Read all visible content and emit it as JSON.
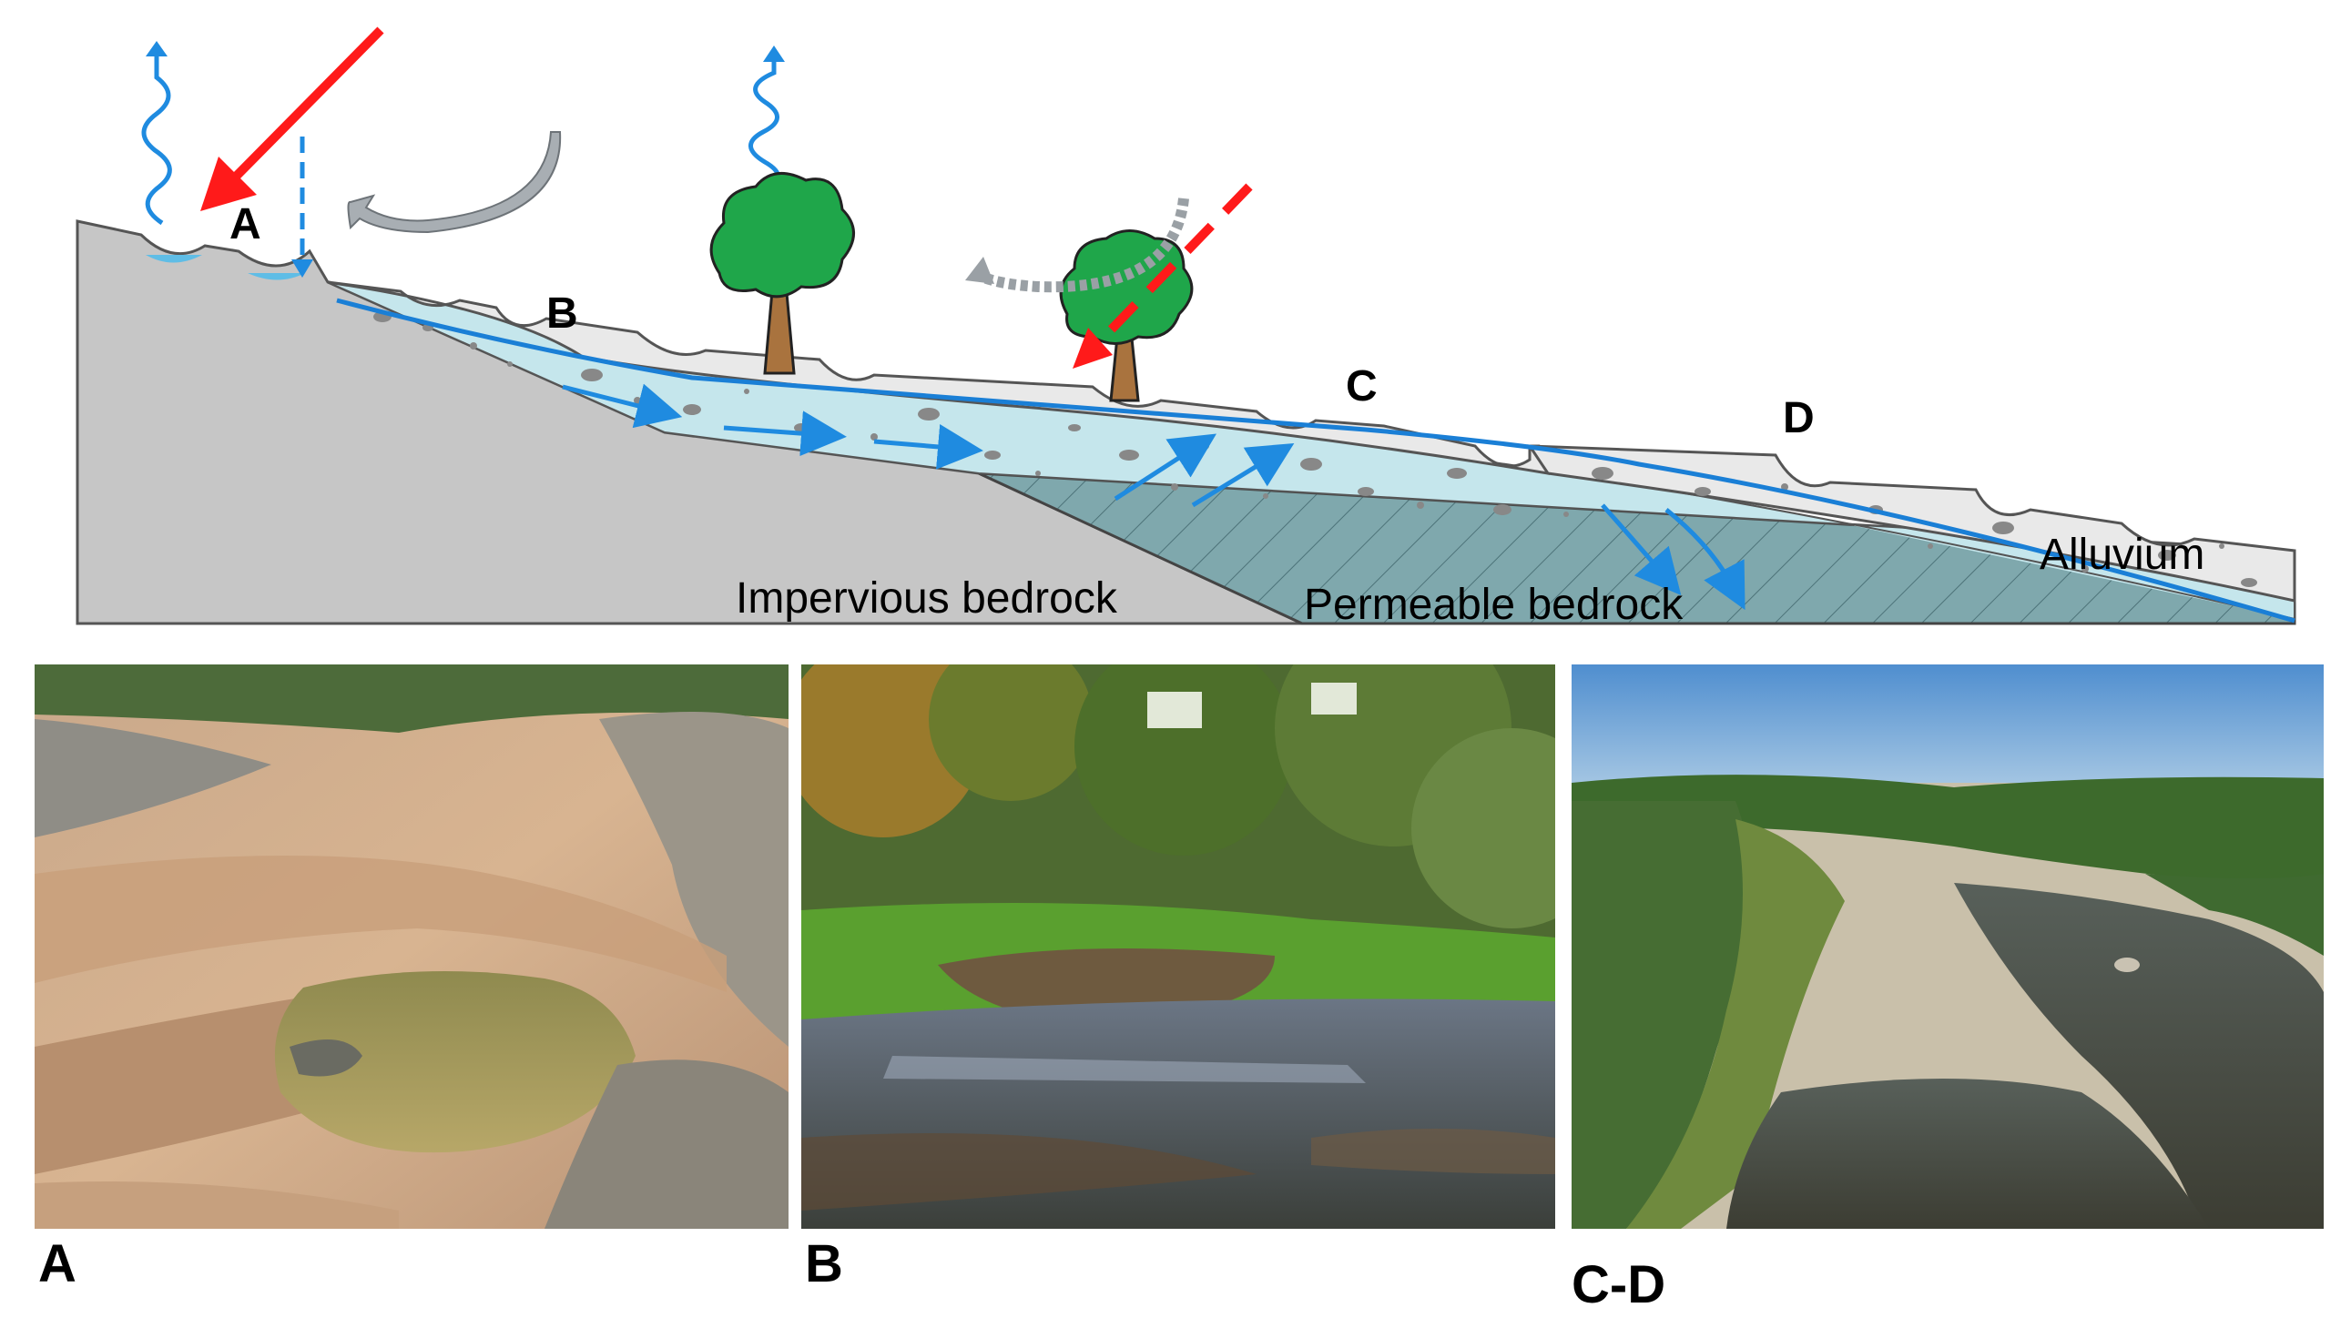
{
  "diagram": {
    "point_labels": {
      "a": "A",
      "b": "B",
      "c": "C",
      "d": "D"
    },
    "bedrock": {
      "impervious": "Impervious bedrock",
      "permeable": "Permeable bedrock"
    },
    "alluvium": "Alluvium",
    "colors": {
      "impervious_bedrock": "#c6c6c6",
      "alluvium": "#e9e9e9",
      "saturated_zone": "#c5e6ec",
      "permeable_bedrock": "#7fa8ad",
      "water_table": "#1a7fd6",
      "flow_arrow": "#1f8be0",
      "solar_radiation": "#ff1a1a",
      "wind_arrow": "#a8aeb3",
      "tree_crown": "#1fa64a",
      "tree_trunk": "#a9733e"
    }
  },
  "photos": [
    {
      "caption": "A",
      "subject": "dry rocky streambed with isolated pool"
    },
    {
      "caption": "B",
      "subject": "wooded stream with shallow water and leaf litter"
    },
    {
      "caption": "C-D",
      "subject": "wide gravel river bed with shallow channel"
    }
  ]
}
